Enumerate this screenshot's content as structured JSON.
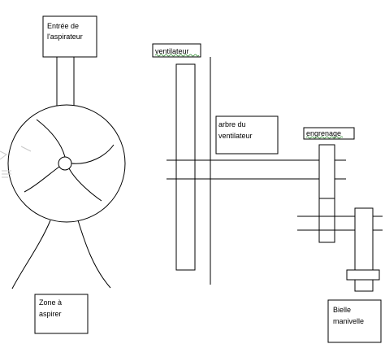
{
  "labels": {
    "inlet": [
      "Entrée de",
      "l'aspirateur"
    ],
    "zone": [
      "Zone à",
      "aspirer"
    ],
    "fan": "ventilateur",
    "shaft": [
      "arbre du",
      "ventilateur"
    ],
    "gear": "engrenage",
    "crank": [
      "Bielle",
      "manivelle"
    ]
  },
  "colors": {
    "stroke": "#000000",
    "background": "#ffffff",
    "spellcheck": "#2e8b2e"
  }
}
